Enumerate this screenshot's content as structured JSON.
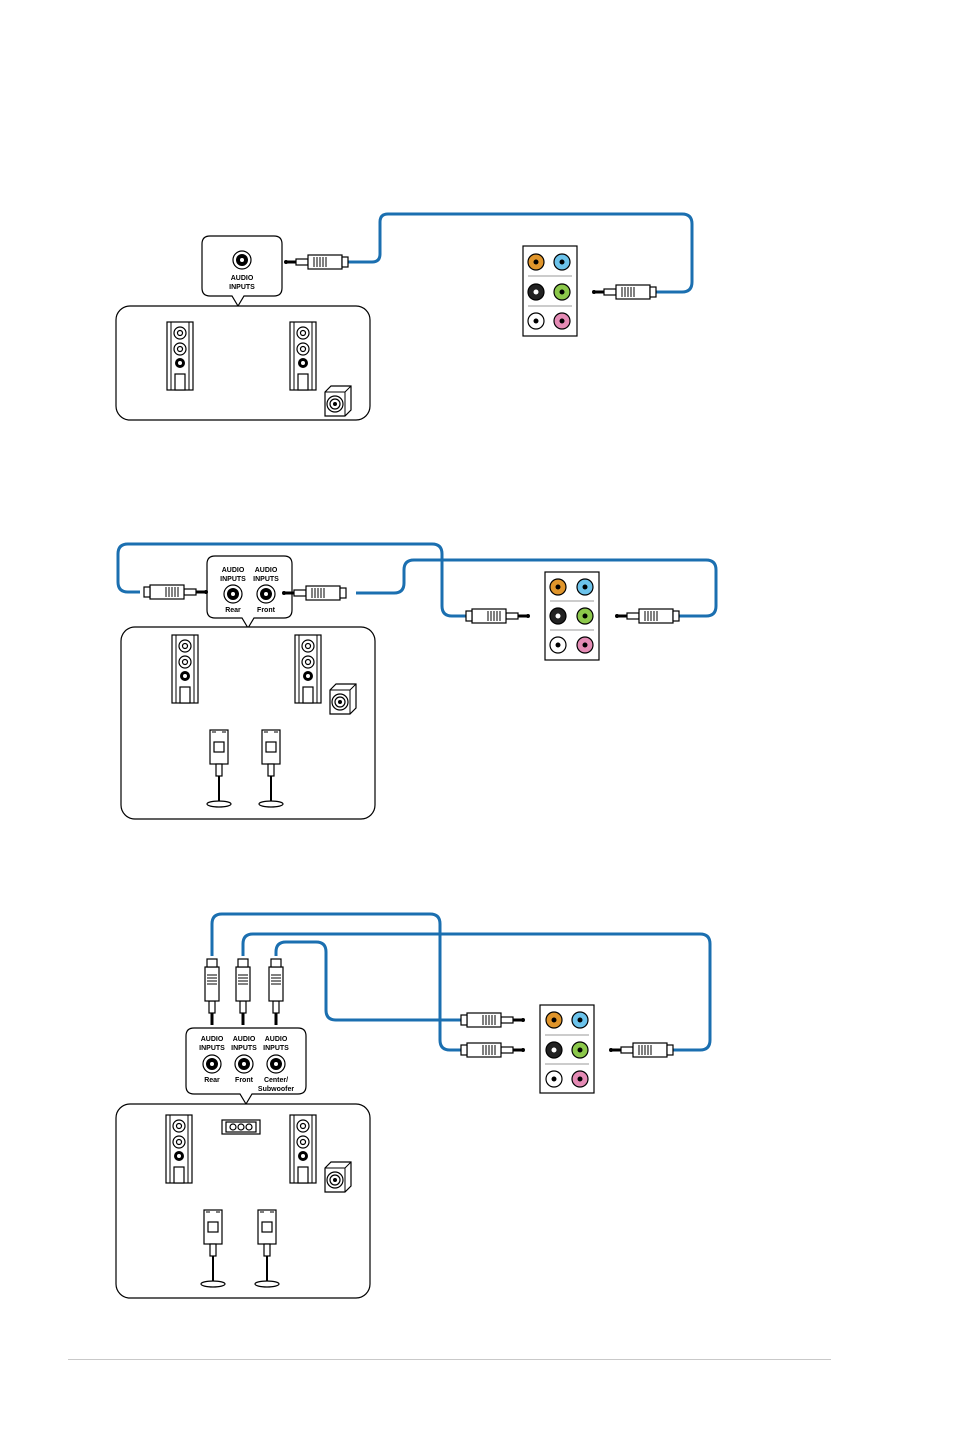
{
  "colors": {
    "cable": "#1b6fb0",
    "jack_orange": "#e0952b",
    "jack_blue": "#6cc3eb",
    "jack_black": "#222222",
    "jack_green": "#8cc84b",
    "jack_white": "#ffffff",
    "jack_pink": "#e58bb5"
  },
  "diagram1": {
    "input": {
      "line1": "AUDIO",
      "line2": "INPUTS"
    }
  },
  "diagram2": {
    "input_rear": {
      "line1": "AUDIO",
      "line2": "INPUTS",
      "label": "Rear"
    },
    "input_front": {
      "line1": "AUDIO",
      "line2": "INPUTS",
      "label": "Front"
    }
  },
  "diagram3": {
    "input_rear": {
      "line1": "AUDIO",
      "line2": "INPUTS",
      "label": "Rear"
    },
    "input_front": {
      "line1": "AUDIO",
      "line2": "INPUTS",
      "label": "Front"
    },
    "input_center": {
      "line1": "AUDIO",
      "line2": "INPUTS",
      "label_line1": "Center/",
      "label_line2": "Subwoofer"
    }
  }
}
